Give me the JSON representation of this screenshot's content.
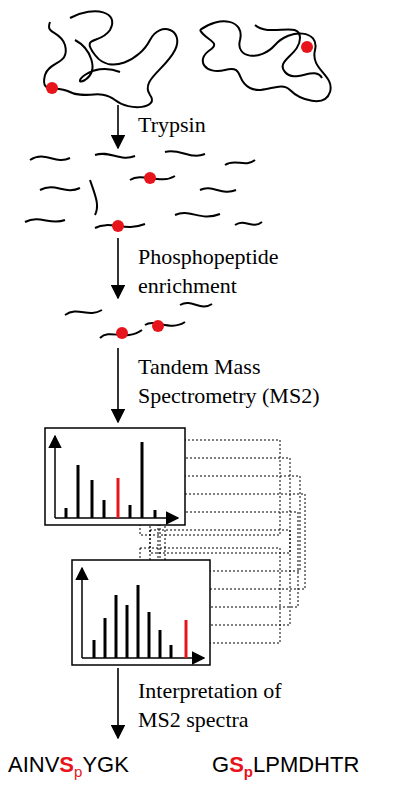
{
  "diagram": {
    "labels": [
      "Trypsin",
      "Phosphopeptide enrichment",
      "Tandem Mass Spectrometry (MS2)",
      "Interpretation of MS2 spectra",
      "AINV",
      "S",
      "p",
      "YGK",
      "G",
      "S",
      "p",
      "LPMDHTR"
    ]
  }
}
